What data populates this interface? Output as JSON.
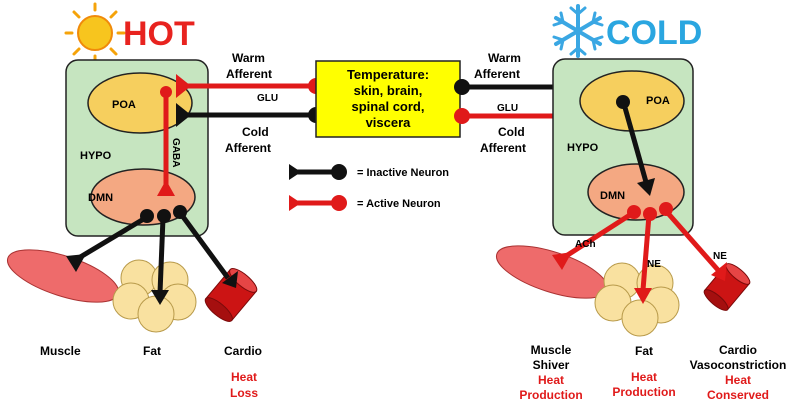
{
  "hot_panel": {
    "title": "HOT",
    "region_label": "HYPO",
    "poa_label": "POA",
    "dmn_label": "DMN",
    "gaba_label": "GABA",
    "targets": {
      "muscle": "Muscle",
      "fat": "Fat",
      "cardio": "Cardio"
    },
    "outcome_line1": "Heat",
    "outcome_line2": "Loss"
  },
  "center": {
    "box_line1": "Temperature:",
    "box_line2": "skin, brain,",
    "box_line3": "spinal cord,",
    "box_line4": "viscera",
    "left_warm_line1": "Warm",
    "left_warm_line2": "Afferent",
    "left_cold_line1": "Cold",
    "left_cold_line2": "Afferent",
    "right_warm_line1": "Warm",
    "right_warm_line2": "Afferent",
    "right_cold_line1": "Cold",
    "right_cold_line2": "Afferent",
    "glu_left": "GLU",
    "glu_right": "GLU"
  },
  "legend": {
    "inactive": "= Inactive Neuron",
    "active": "= Active Neuron"
  },
  "cold_panel": {
    "title": "COLD",
    "region_label": "HYPO",
    "poa_label": "POA",
    "dmn_label": "DMN",
    "ach_label": "ACh",
    "ne_fat_label": "NE",
    "ne_cardio_label": "NE",
    "muscle_line1": "Muscle",
    "muscle_line2": "Shiver",
    "muscle_outcome1": "Heat",
    "muscle_outcome2": "Production",
    "fat_label": "Fat",
    "fat_outcome1": "Heat",
    "fat_outcome2": "Production",
    "cardio_line1": "Cardio",
    "cardio_line2": "Vasoconstriction",
    "cardio_outcome1": "Heat",
    "cardio_outcome2": "Conserved"
  },
  "colors": {
    "hypothalamus": "#c6e5c0",
    "poa": "#f6cf5e",
    "dmn": "#f4a882",
    "temperature_box": "#ffff00",
    "active": "#e01a1a",
    "inactive": "#111111",
    "muscle": "#ee6b6b",
    "fat": "#f9e1a0",
    "cardio": "#cc1414",
    "hot_text": "#e8231f",
    "cold_text": "#2aa6e0"
  },
  "icons": {
    "hot": "sun-icon",
    "cold": "snowflake-icon"
  }
}
